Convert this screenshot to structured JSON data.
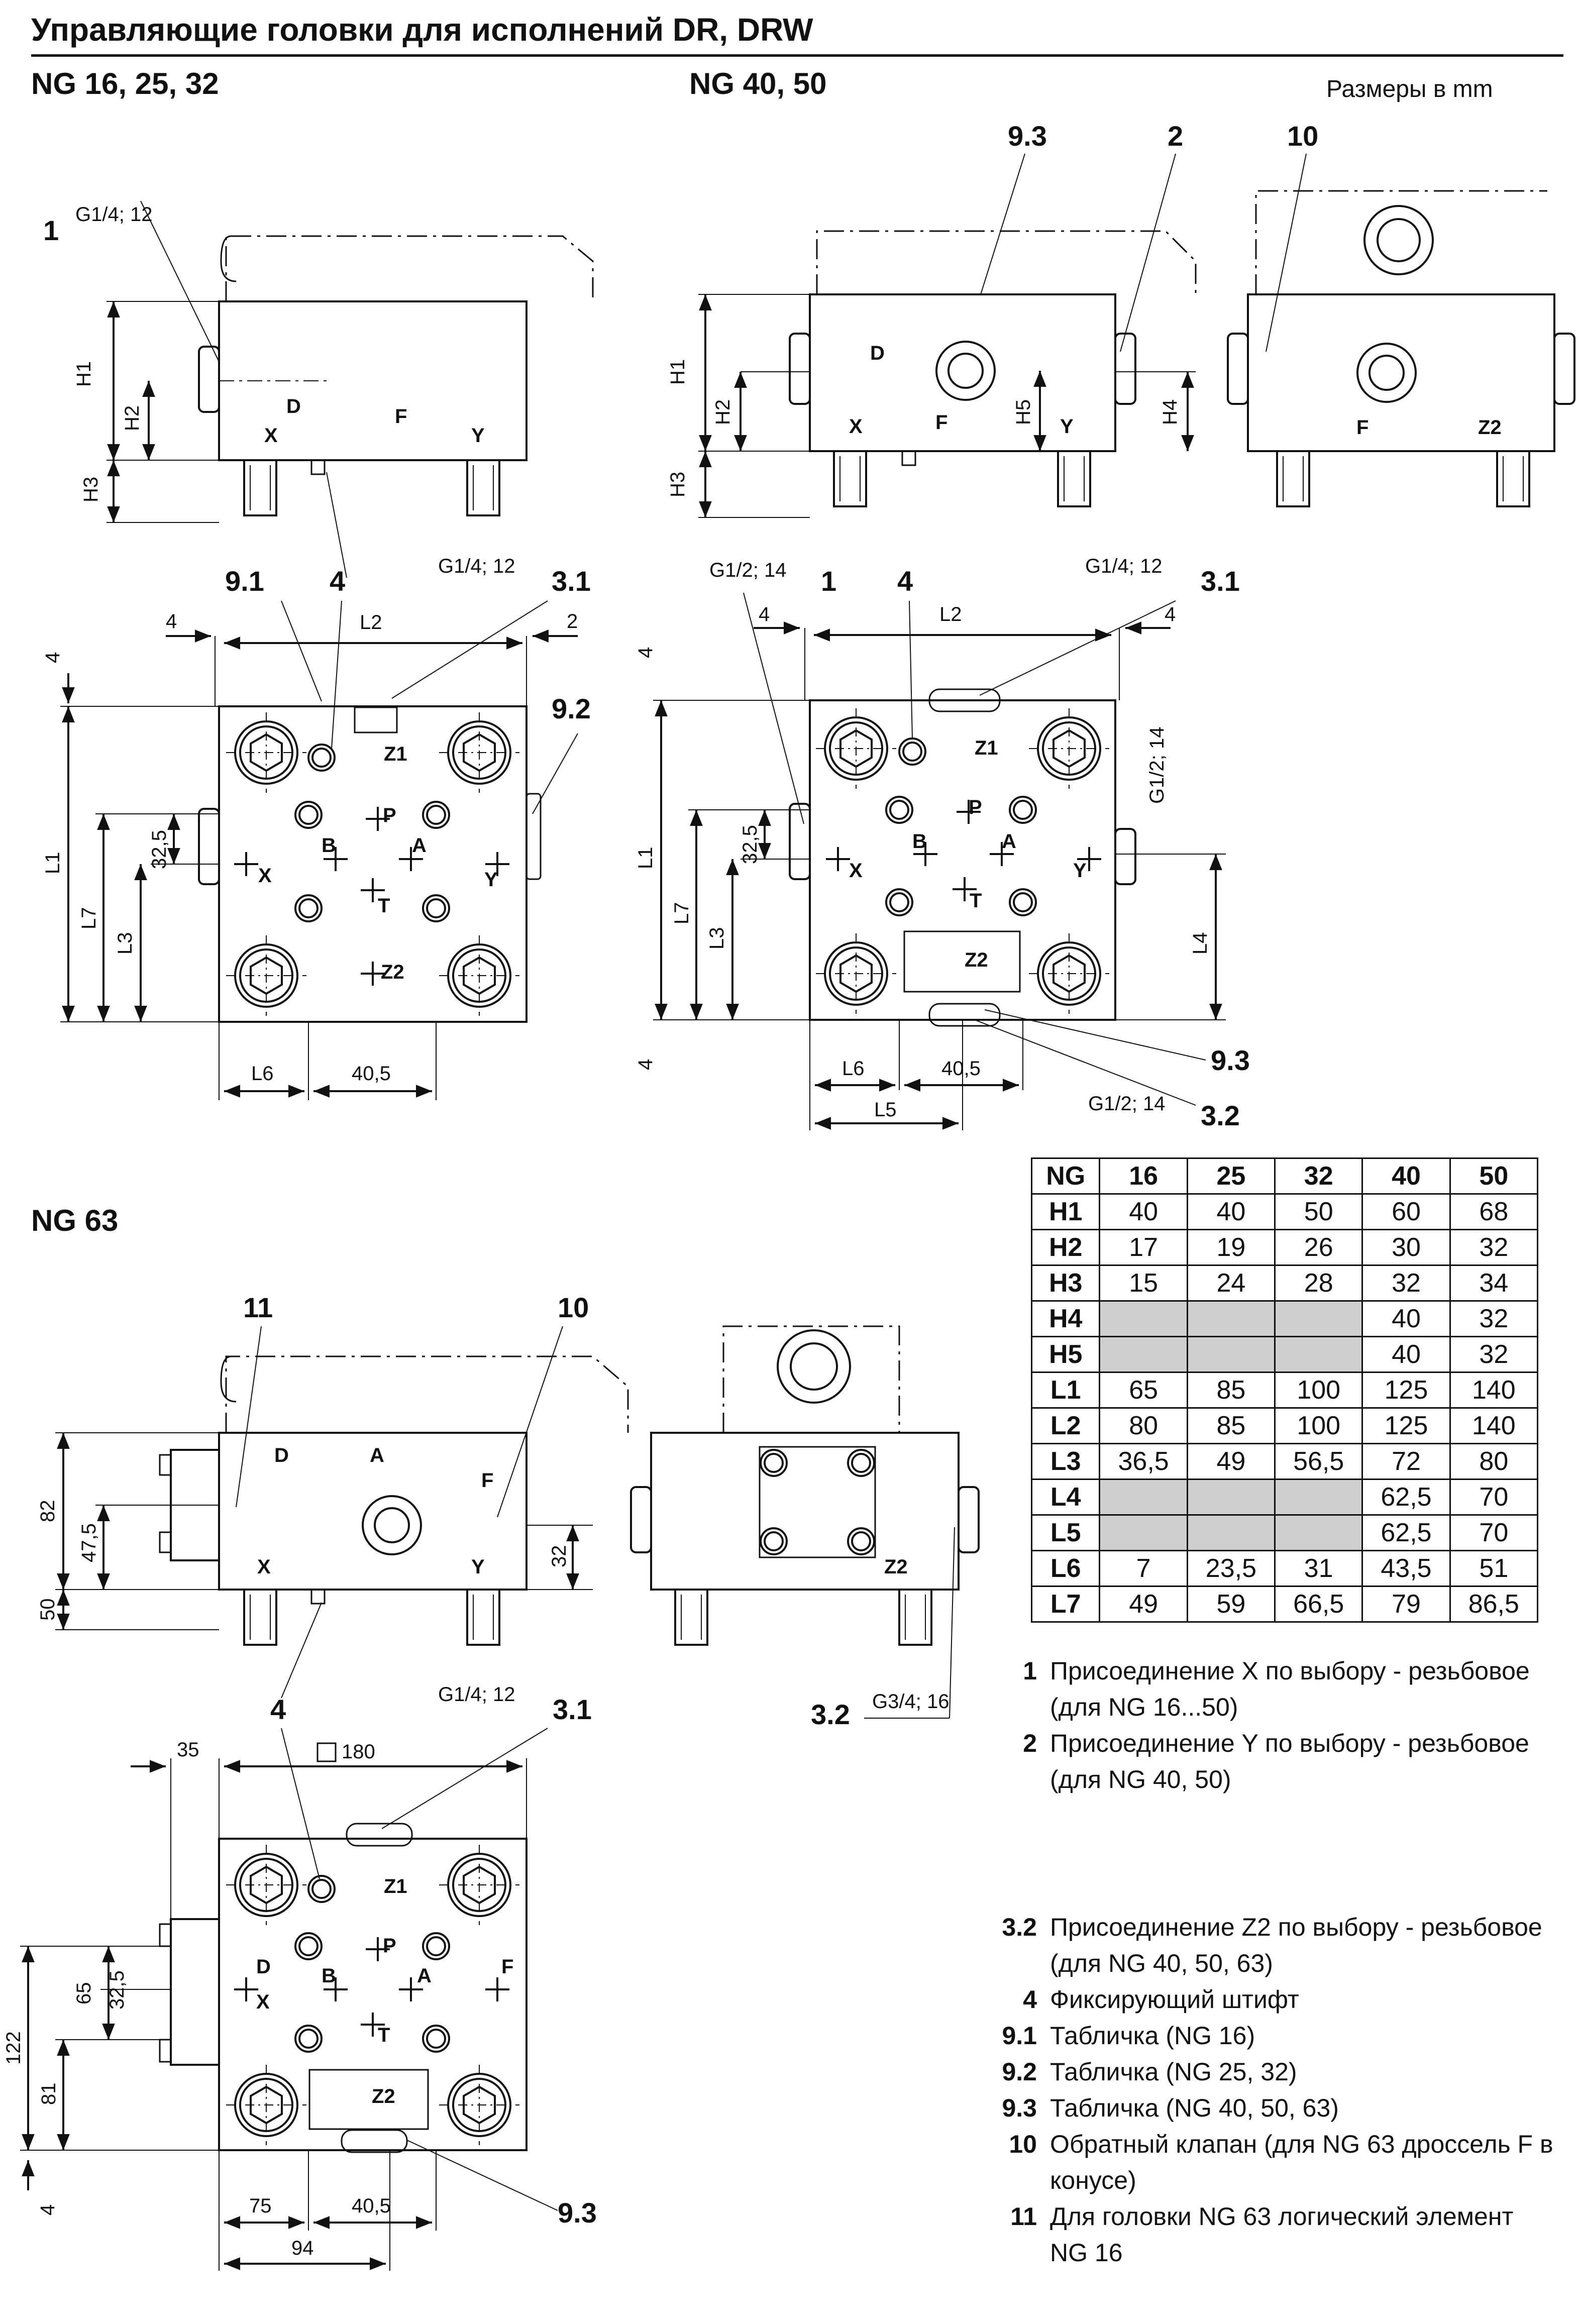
{
  "header": {
    "title": "Управляющие головки для исполнений DR, DRW",
    "units": "Размеры в  mm"
  },
  "sections": {
    "ng16": "NG 16, 25, 32",
    "ng40": "NG 40, 50",
    "ng63": "NG 63"
  },
  "callouts": {
    "c1": "1",
    "c2": "2",
    "c3_1": "3.1",
    "c3_2": "3.2",
    "c4": "4",
    "c9_1": "9.1",
    "c9_2": "9.2",
    "c9_3": "9.3",
    "c10": "10",
    "c11": "11"
  },
  "threads": {
    "g14_12": "G1/4; 12",
    "g12_14": "G1/2; 14",
    "g34_16": "G3/4; 16"
  },
  "ports": {
    "P": "P",
    "A": "A",
    "B": "B",
    "T": "T",
    "X": "X",
    "Y": "Y",
    "D": "D",
    "F": "F",
    "Z1": "Z1",
    "Z2": "Z2"
  },
  "dims": {
    "H1": "H1",
    "H2": "H2",
    "H3": "H3",
    "H4": "H4",
    "H5": "H5",
    "L1": "L1",
    "L2": "L2",
    "L3": "L3",
    "L4": "L4",
    "L5": "L5",
    "L6": "L6",
    "L7": "L7",
    "d4": "4",
    "d2": "2",
    "d32_5": "32,5",
    "d40_5": "40,5",
    "d82": "82",
    "d47_5": "47,5",
    "d50": "50",
    "d32": "32",
    "d35": "35",
    "d180": "180",
    "d65": "65",
    "d122": "122",
    "d81": "81",
    "d75": "75",
    "d94": "94"
  },
  "table": {
    "header": [
      "NG",
      "16",
      "25",
      "32",
      "40",
      "50"
    ],
    "rows": [
      {
        "name": "H1",
        "values": [
          "40",
          "40",
          "50",
          "60",
          "68"
        ]
      },
      {
        "name": "H2",
        "values": [
          "17",
          "19",
          "26",
          "30",
          "32"
        ]
      },
      {
        "name": "H3",
        "values": [
          "15",
          "24",
          "28",
          "32",
          "34"
        ]
      },
      {
        "name": "H4",
        "values": [
          "",
          "",
          "",
          "40",
          "32"
        ]
      },
      {
        "name": "H5",
        "values": [
          "",
          "",
          "",
          "40",
          "32"
        ]
      },
      {
        "name": "L1",
        "values": [
          "65",
          "85",
          "100",
          "125",
          "140"
        ]
      },
      {
        "name": "L2",
        "values": [
          "80",
          "85",
          "100",
          "125",
          "140"
        ]
      },
      {
        "name": "L3",
        "values": [
          "36,5",
          "49",
          "56,5",
          "72",
          "80"
        ]
      },
      {
        "name": "L4",
        "values": [
          "",
          "",
          "",
          "62,5",
          "70"
        ]
      },
      {
        "name": "L5",
        "values": [
          "",
          "",
          "",
          "62,5",
          "70"
        ]
      },
      {
        "name": "L6",
        "values": [
          "7",
          "23,5",
          "31",
          "43,5",
          "51"
        ]
      },
      {
        "name": "L7",
        "values": [
          "49",
          "59",
          "66,5",
          "79",
          "86,5"
        ]
      }
    ]
  },
  "legend": {
    "group1": [
      {
        "num": "1",
        "text": "Присоединение X по выбору - резьбовое (для NG 16...50)"
      },
      {
        "num": "2",
        "text": "Присоединение Y по выбору - резьбовое (для NG 40, 50)"
      }
    ],
    "group2": [
      {
        "num": "3.2",
        "text": "Присоединение Z2 по выбору - резьбовое (для NG 40, 50, 63)"
      },
      {
        "num": "4",
        "text": "Фиксирующий штифт"
      },
      {
        "num": "9.1",
        "text": "Табличка (NG 16)"
      },
      {
        "num": "9.2",
        "text": "Табличка (NG 25, 32)"
      },
      {
        "num": "9.3",
        "text": "Табличка (NG 40, 50, 63)"
      },
      {
        "num": "10",
        "text": "Обратный клапан (для NG 63 дроссель F в конусе)"
      },
      {
        "num": "11",
        "text": "Для головки NG 63 логический элемент NG 16"
      }
    ]
  }
}
